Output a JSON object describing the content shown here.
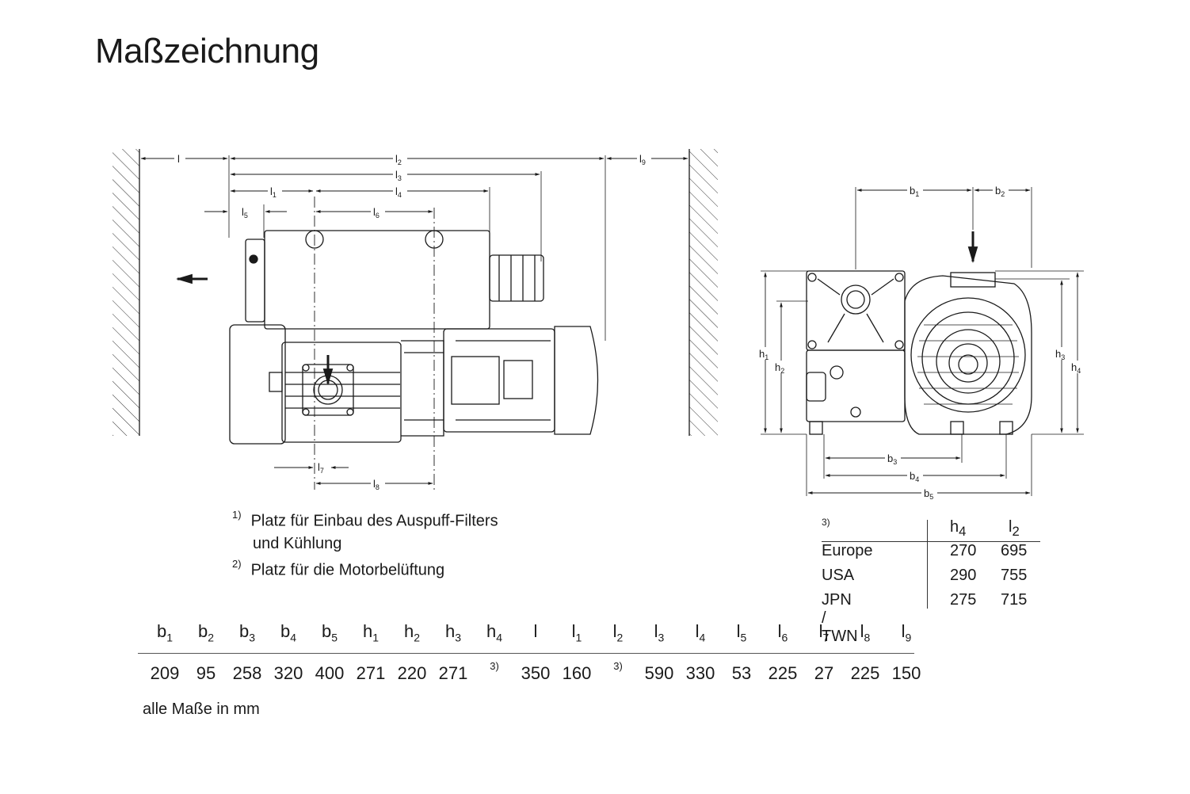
{
  "title": "Maßzeichnung",
  "side_labels": {
    "l": "l",
    "l1": "l1",
    "l2": "l2",
    "l3": "l3",
    "l4": "l4",
    "l5": "l5",
    "l6": "l6",
    "l7": "l7",
    "l8": "l8",
    "l9": "l9"
  },
  "front_labels": {
    "b1": "b1",
    "b2": "b2",
    "b3": "b3",
    "b4": "b4",
    "b5": "b5",
    "h1": "h1",
    "h2": "h2",
    "h3": "h3",
    "h4": "h4"
  },
  "footnotes": {
    "n1_mark": "1)",
    "n1_line1": "Platz für Einbau des Auspuff-Filters",
    "n1_line2": "und Kühlung",
    "n2_mark": "2)",
    "n2_line1": "Platz für die Motorbelüftung"
  },
  "variants": {
    "note": "3)",
    "headers": [
      "h4",
      "l2"
    ],
    "rows": [
      {
        "region": "Europe",
        "h4": "270",
        "l2": "695"
      },
      {
        "region": "USA",
        "h4": "290",
        "l2": "755"
      },
      {
        "region": "JPN / TWN",
        "h4": "275",
        "l2": "715"
      }
    ]
  },
  "dimensions": {
    "headers": [
      "b1",
      "b2",
      "b3",
      "b4",
      "b5",
      "h1",
      "h2",
      "h3",
      "h4",
      "l",
      "l1",
      "l2",
      "l3",
      "l4",
      "l5",
      "l6",
      "l7",
      "l8",
      "l9"
    ],
    "values": [
      "209",
      "95",
      "258",
      "320",
      "400",
      "271",
      "220",
      "271",
      "3)",
      "350",
      "160",
      "3)",
      "590",
      "330",
      "53",
      "225",
      "27",
      "225",
      "150"
    ]
  },
  "units_note": "alle Maße in mm"
}
